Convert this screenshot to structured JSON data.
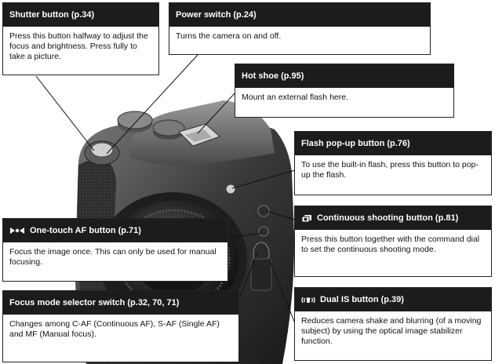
{
  "callouts": {
    "shutter": {
      "title": "Shutter button (p.34)",
      "text": "Press this button halfway to adjust the focus and brightness. Press fully to take a picture."
    },
    "power": {
      "title": "Power switch (p.24)",
      "text": "Turns the camera on and off."
    },
    "hotshoe": {
      "title": "Hot shoe (p.95)",
      "text": "Mount an external flash here."
    },
    "flash": {
      "title": "Flash pop-up button (p.76)",
      "text": "To use the built-in flash, press this button to pop-up the flash."
    },
    "continuous": {
      "icon": "continuous-shooting-icon",
      "title": "Continuous shooting button (p.81)",
      "text": "Press this button together with the command dial to set the continuous shooting mode."
    },
    "oneaf": {
      "icon": "one-touch-af-icon",
      "title": "One-touch AF button (p.71)",
      "text": "Focus the image once. This can only be used for manual focusing."
    },
    "focusmode": {
      "title": "Focus mode selector switch (p.32, 70, 71)",
      "text": "Changes among C-AF (Continuous AF), S-AF (Single AF) and MF (Manual focus)."
    },
    "dualis": {
      "icon": "dual-is-icon",
      "title": "Dual IS button (p.39)",
      "text": "Reduces camera shake and blurring (of a moving subject) by using the optical image stabilizer function."
    }
  },
  "photo": {
    "icon": "camera-photo"
  },
  "colors": {
    "header_bg": "#1c1c1c",
    "border": "#222222"
  }
}
